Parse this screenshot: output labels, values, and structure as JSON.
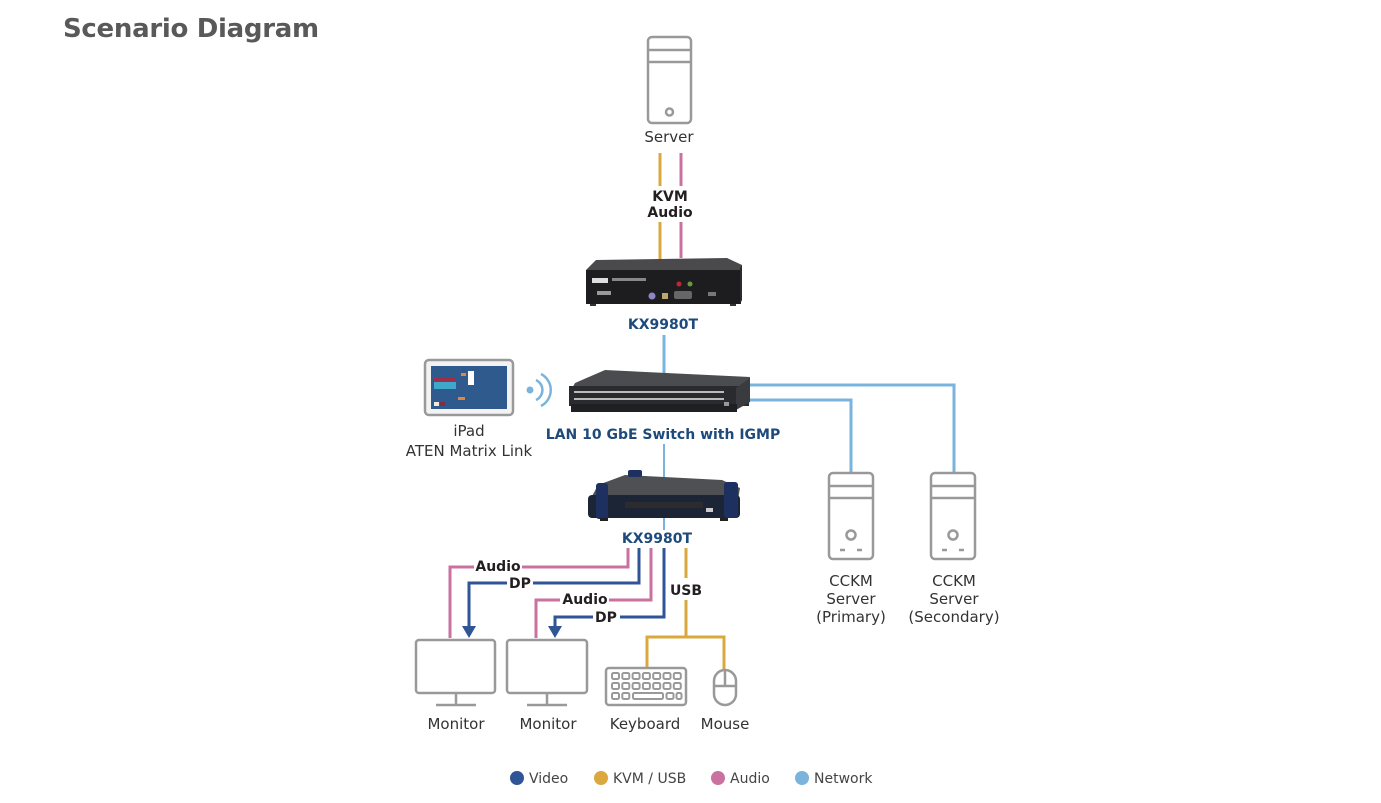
{
  "title": "Scenario Diagram",
  "colors": {
    "video": "#2f5597",
    "kvm_usb": "#daa83c",
    "audio": "#c9729f",
    "network": "#7ab4dc",
    "icon_gray": "#999999",
    "device_label": "#1d4a7a"
  },
  "nodes": {
    "server": {
      "label": "Server",
      "icon": "server-tower-icon"
    },
    "transmitter": {
      "label": "KX9980T",
      "icon": "kvm-extender-transmitter-image"
    },
    "switch": {
      "label": "LAN 10 GbE Switch with IGMP",
      "icon": "network-switch-image"
    },
    "ipad": {
      "label_line1": "iPad",
      "label_line2": "ATEN Matrix Link",
      "icon": "tablet-icon"
    },
    "wifi": {
      "icon": "wifi-signal-icon"
    },
    "receiver": {
      "label": "KX9980T",
      "icon": "kvm-extender-receiver-image"
    },
    "cckm_primary": {
      "line1": "CCKM",
      "line2": "Server",
      "line3": "(Primary)",
      "icon": "server-tower-icon"
    },
    "cckm_secondary": {
      "line1": "CCKM",
      "line2": "Server",
      "line3": "(Secondary)",
      "icon": "server-tower-icon"
    },
    "monitor1": {
      "label": "Monitor",
      "icon": "monitor-icon"
    },
    "monitor2": {
      "label": "Monitor",
      "icon": "monitor-icon"
    },
    "keyboard": {
      "label": "Keyboard",
      "icon": "keyboard-icon"
    },
    "mouse": {
      "label": "Mouse",
      "icon": "mouse-icon"
    }
  },
  "connection_labels": {
    "server_kvm": "KVM",
    "server_audio": "Audio",
    "mon1_audio": "Audio",
    "mon1_dp": "DP",
    "mon2_audio": "Audio",
    "mon2_dp": "DP",
    "usb": "USB"
  },
  "legend": [
    {
      "label": "Video",
      "color": "#2f5597"
    },
    {
      "label": "KVM / USB",
      "color": "#daa83c"
    },
    {
      "label": "Audio",
      "color": "#c9729f"
    },
    {
      "label": "Network",
      "color": "#7ab4dc"
    }
  ]
}
